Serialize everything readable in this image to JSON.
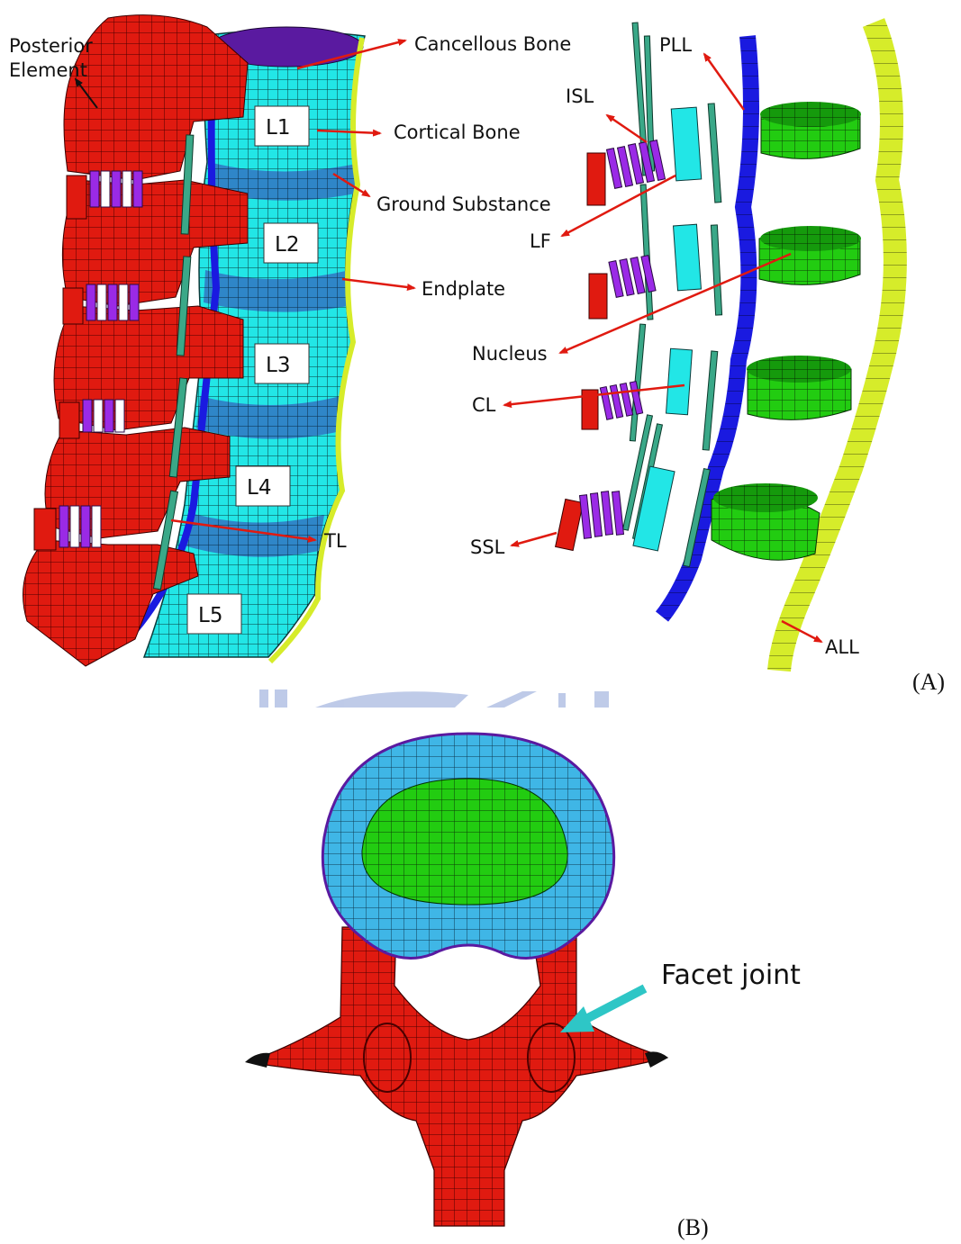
{
  "panel_a": {
    "tag": "(A)",
    "labels": {
      "posterior_element": [
        "Posterior",
        "Element"
      ],
      "cancellous_bone": "Cancellous Bone",
      "cortical_bone": "Cortical Bone",
      "ground_substance": "Ground Substance",
      "endplate": "Endplate",
      "tl": "TL",
      "pll": "PLL",
      "isl": "ISL",
      "lf": "LF",
      "nucleus": "Nucleus",
      "cl": "CL",
      "ssl": "SSL",
      "all": "ALL"
    },
    "vertebrae": [
      "L1",
      "L2",
      "L3",
      "L4",
      "L5"
    ]
  },
  "panel_b": {
    "tag": "(B)",
    "facet_joint": "Facet joint"
  },
  "colors": {
    "bone_red": "#e01a10",
    "cortical_cyan": "#22e6e6",
    "disc_blue": "#2f86c8",
    "annulus_lightblue": "#3fb6e6",
    "nucleus_green": "#22cc11",
    "pll_blue": "#1a1ae0",
    "all_yellow": "#d6ec2a",
    "ligament_teal": "#3aa888",
    "capsule_purple": "#9a2ae6",
    "arrow_red": "#e01a10",
    "arrow_teal": "#2ec6c6",
    "watermark": "#8aa0d6"
  }
}
